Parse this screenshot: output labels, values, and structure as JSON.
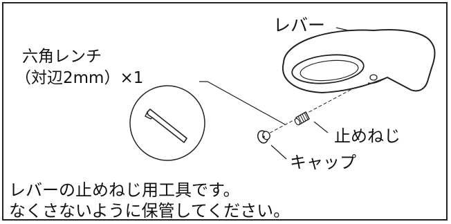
{
  "labels": {
    "hex_wrench_name": "六角レンチ",
    "hex_wrench_spec": "（対辺2mm）×1",
    "lever": "レバー",
    "set_screw": "止めねじ",
    "cap": "キャップ"
  },
  "note": {
    "line1": "レバーの止めねじ用工具です。",
    "line2": "なくさないように保管してください。"
  }
}
